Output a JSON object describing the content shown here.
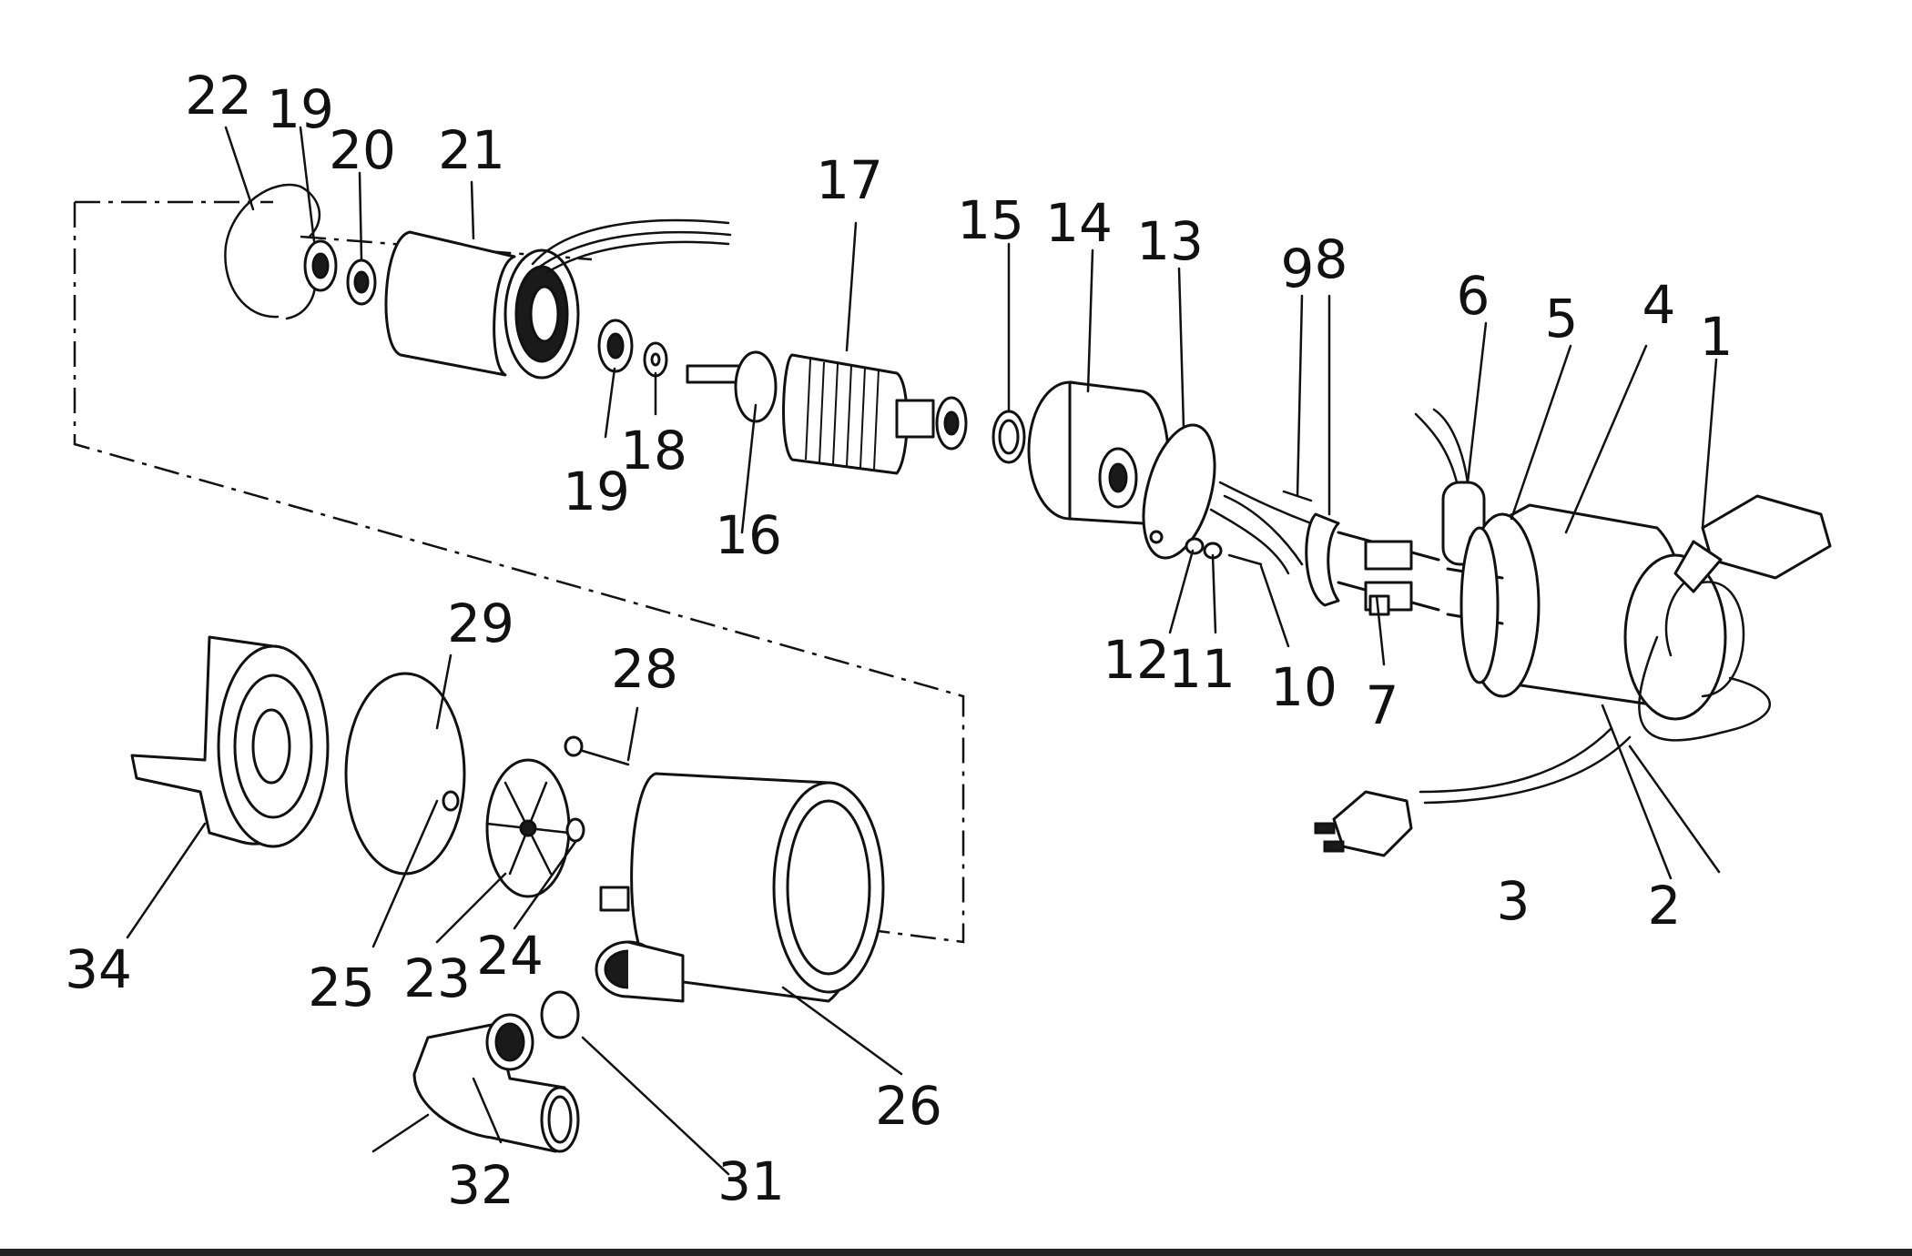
{
  "diagram": {
    "line_color": "#111111",
    "background": "#ffffff",
    "callouts": {
      "p1": "1",
      "p2": "2",
      "p3": "3",
      "p4": "4",
      "p5": "5",
      "p6": "6",
      "p7": "7",
      "p8": "8",
      "p9": "9",
      "p10": "10",
      "p11": "11",
      "p12": "12",
      "p13": "13",
      "p14": "14",
      "p15": "15",
      "p16": "16",
      "p17": "17",
      "p18": "18",
      "p19a": "19",
      "p19b": "19",
      "p20": "20",
      "p21": "21",
      "p22": "22",
      "p23": "23",
      "p24": "24",
      "p25": "25",
      "p26": "26",
      "p28": "28",
      "p29": "29",
      "p31": "31",
      "p32": "32",
      "p34": "34"
    }
  }
}
